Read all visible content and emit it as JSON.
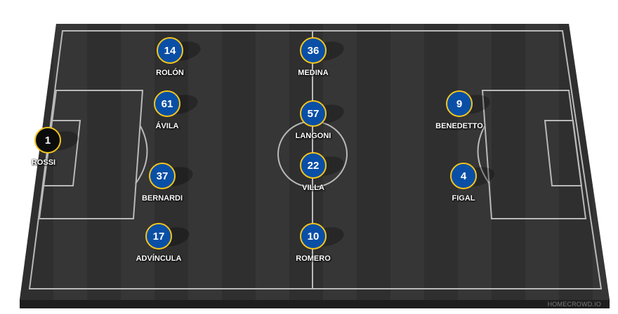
{
  "watermark": "HOMECROWD.IO",
  "colors": {
    "pitch_stripe_dark": "#2f2f2f",
    "pitch_stripe_light": "#363636",
    "pitch_line": "#b9b9b9",
    "player_fill": "#0a4fa6",
    "player_border": "#f3c51c",
    "goalkeeper_fill": "#0b0b0b"
  },
  "players": [
    {
      "number": "1",
      "name": "ROSSI",
      "role": "goalkeeper"
    },
    {
      "number": "14",
      "name": "ROLÓN",
      "role": "outfield"
    },
    {
      "number": "61",
      "name": "ÁVILA",
      "role": "outfield"
    },
    {
      "number": "37",
      "name": "BERNARDI",
      "role": "outfield"
    },
    {
      "number": "17",
      "name": "ADVÍNCULA",
      "role": "outfield"
    },
    {
      "number": "36",
      "name": "MEDINA",
      "role": "outfield"
    },
    {
      "number": "57",
      "name": "LANGONI",
      "role": "outfield"
    },
    {
      "number": "22",
      "name": "VILLA",
      "role": "outfield"
    },
    {
      "number": "10",
      "name": "ROMERO",
      "role": "outfield"
    },
    {
      "number": "9",
      "name": "BENEDETTO",
      "role": "outfield"
    },
    {
      "number": "4",
      "name": "FIGAL",
      "role": "outfield"
    }
  ]
}
